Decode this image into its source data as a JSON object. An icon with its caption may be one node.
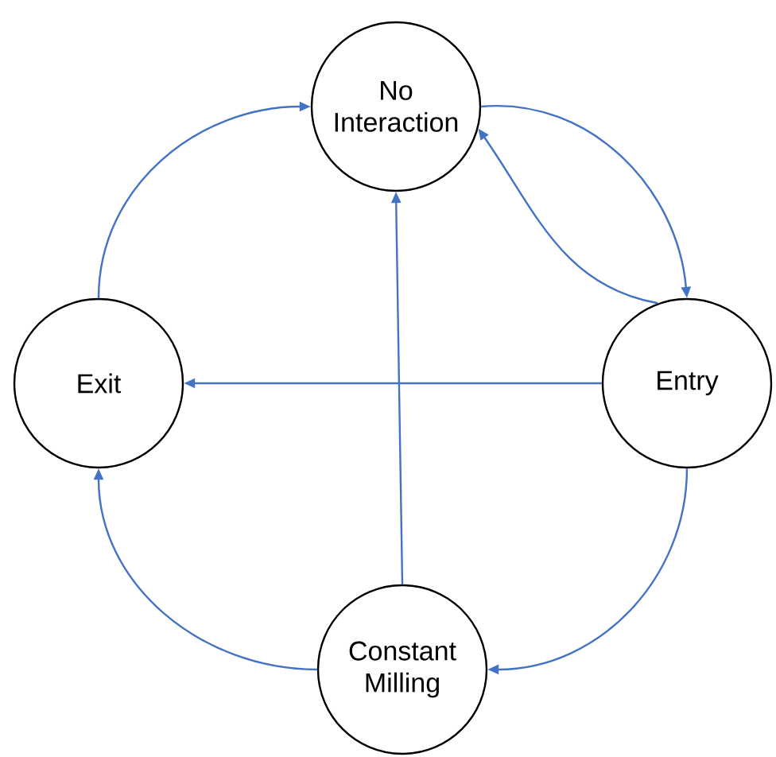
{
  "diagram": {
    "nodes": [
      {
        "text": [
          "No Interaction"
        ]
      },
      {
        "text": [
          "Exit"
        ]
      },
      {
        "text": [
          "Entry"
        ]
      },
      {
        "text": [
          "Constant Milling"
        ]
      }
    ],
    "edges": [
      {
        "from": 1,
        "to": 0,
        "arrow": "to"
      },
      {
        "from": 0,
        "to": 2,
        "arrow": "to"
      },
      {
        "from": 2,
        "to": 0,
        "arrow": "to"
      },
      {
        "from": 2,
        "to": 1,
        "arrow": "to"
      },
      {
        "from": 3,
        "to": 0,
        "arrow": "to"
      },
      {
        "from": 2,
        "to": 3,
        "arrow": "to"
      },
      {
        "from": 3,
        "to": 1,
        "arrow": "to"
      }
    ]
  }
}
